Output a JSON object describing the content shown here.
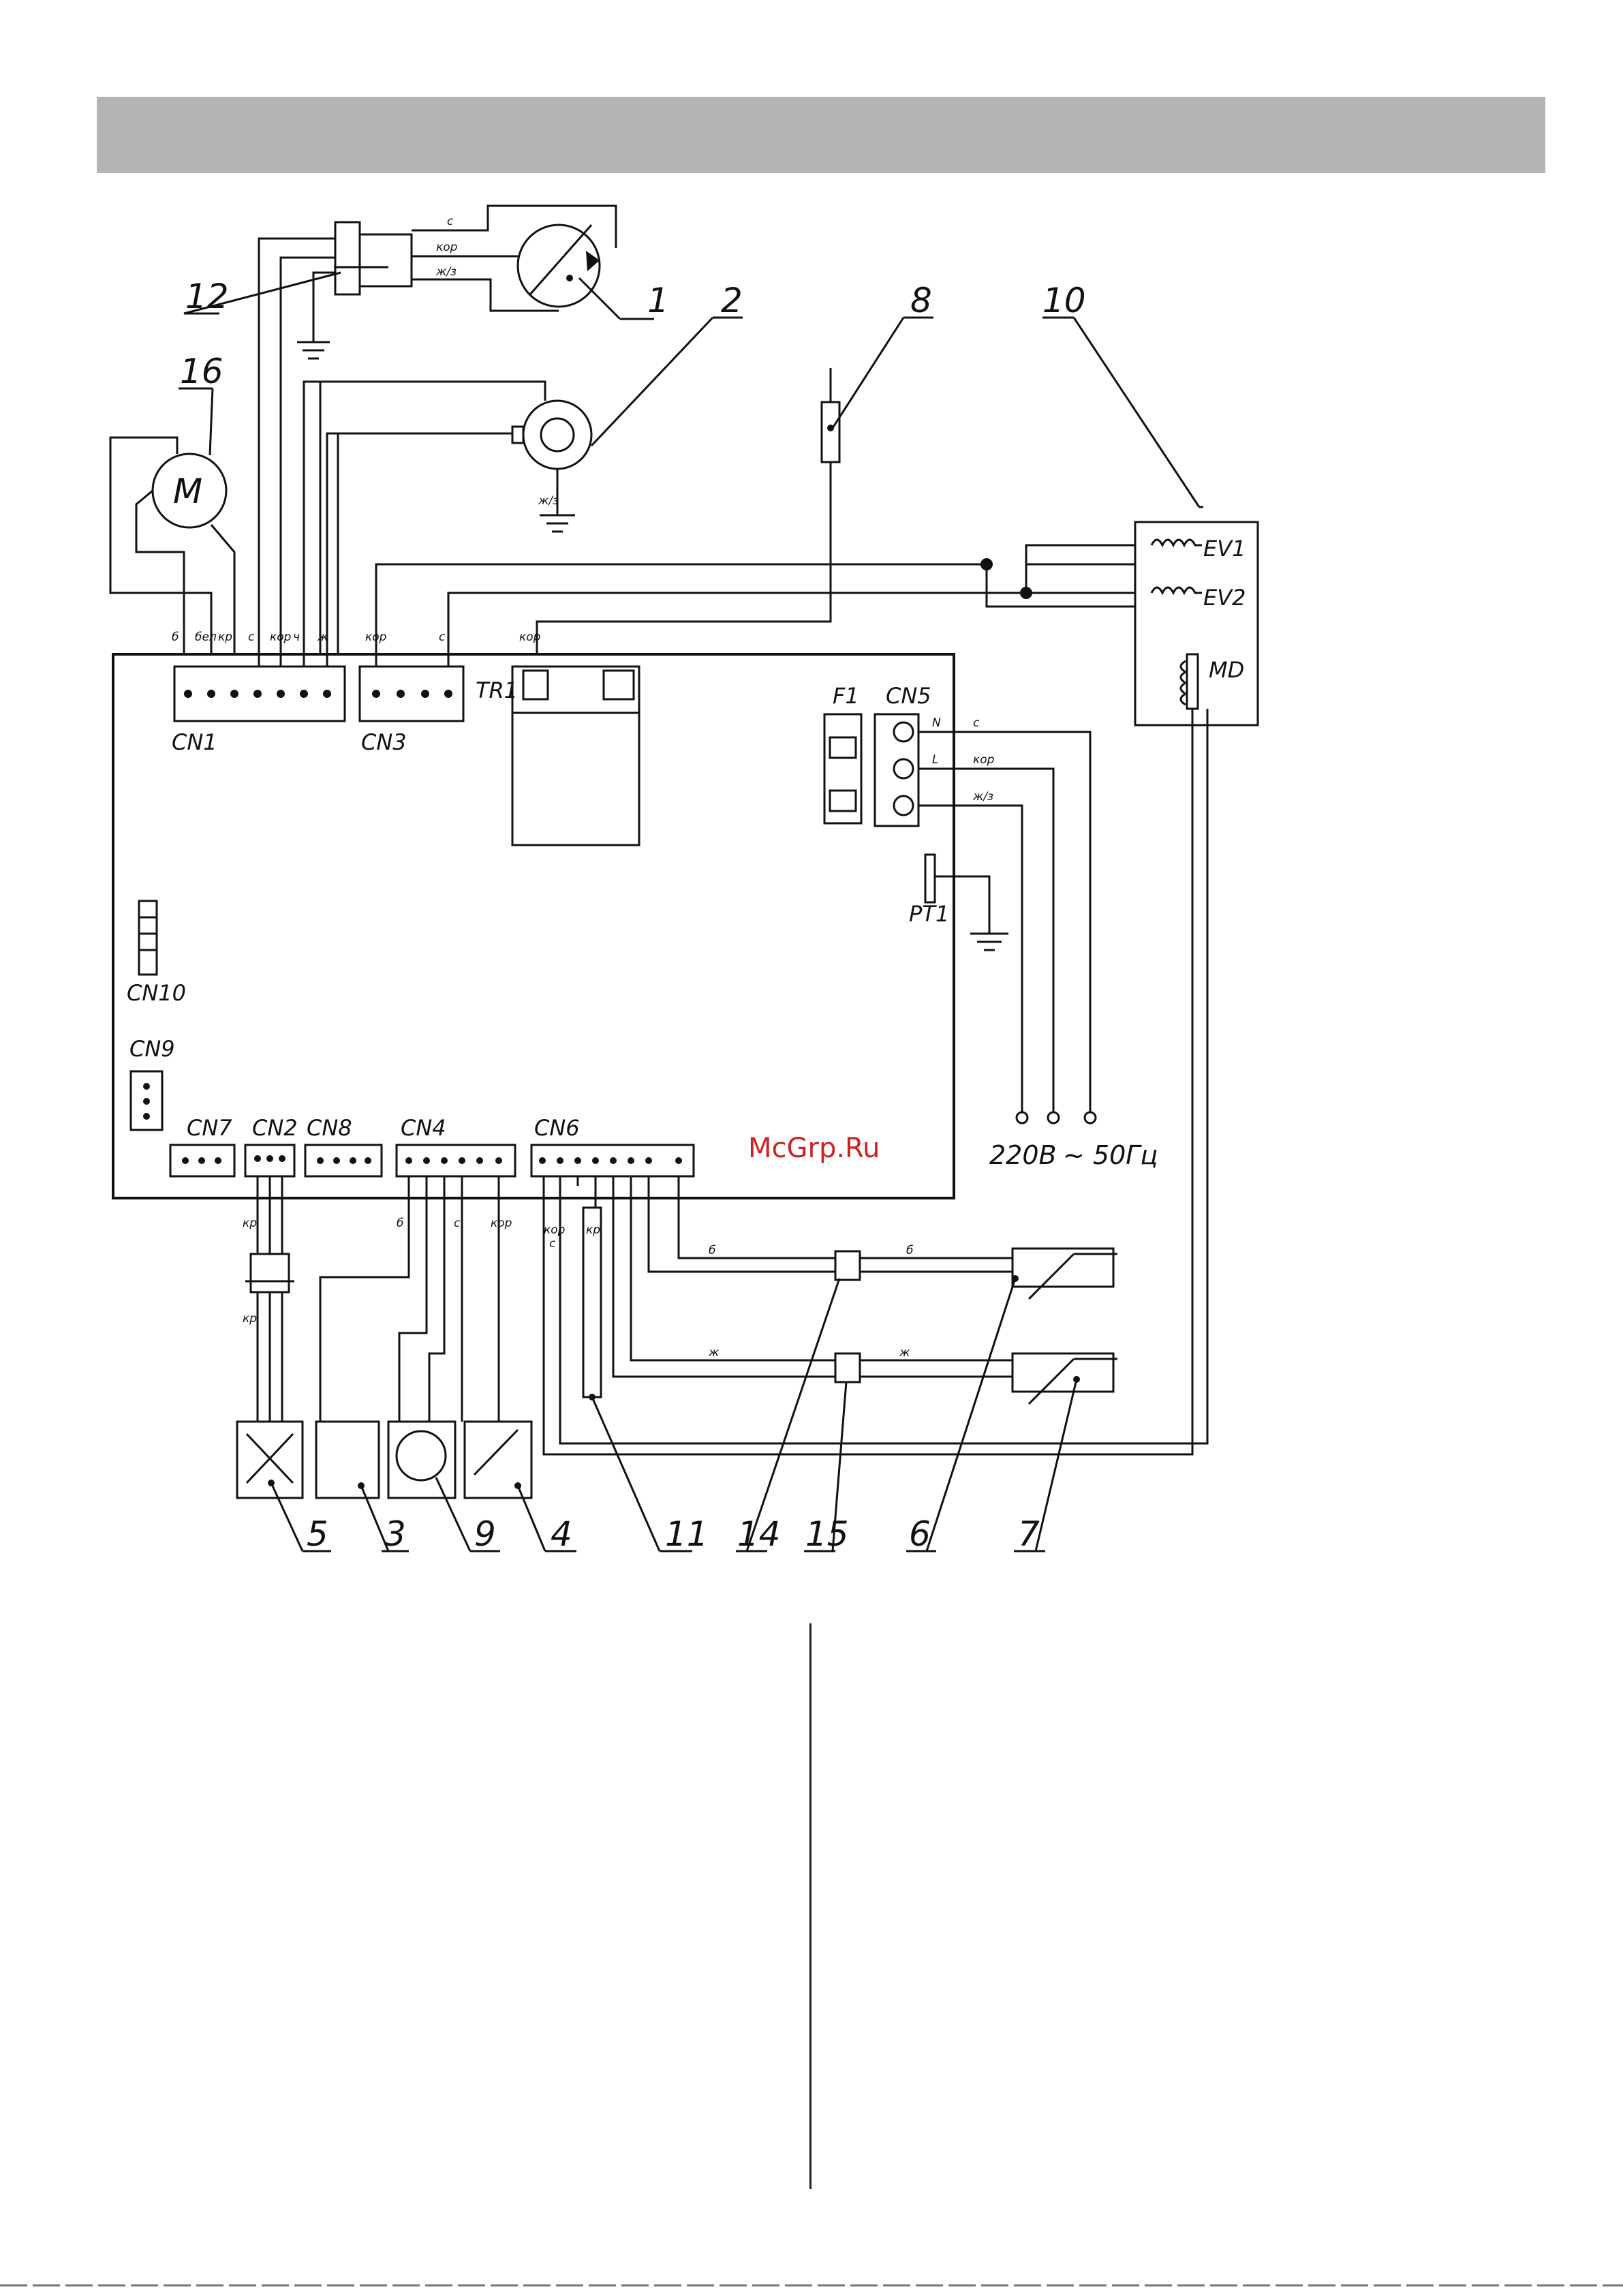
{
  "diagram": {
    "callouts": [
      "1",
      "2",
      "3",
      "4",
      "5",
      "6",
      "7",
      "8",
      "9",
      "10",
      "11",
      "12",
      "14",
      "15",
      "16"
    ],
    "connectors": {
      "cn1": "CN1",
      "cn2": "CN2",
      "cn3": "CN3",
      "cn4": "CN4",
      "cn5": "CN5",
      "cn6": "CN6",
      "cn7": "CN7",
      "cn8": "CN8",
      "cn9": "CN9",
      "cn10": "CN10"
    },
    "components": {
      "tr1": "TR1",
      "f1": "F1",
      "pt1": "PT1",
      "ev1": "EV1",
      "ev2": "EV2",
      "md": "MD",
      "motor": "M"
    },
    "power": {
      "voltage": "220В",
      "frequency": "~ 50Гц"
    },
    "wire_codes": {
      "brown": "с",
      "yellow_green": "ж/з",
      "orange": "кор",
      "red": "кр",
      "yellow": "ж",
      "black": "ч",
      "white": "бел",
      "grey": "б",
      "neutral": "N",
      "live": "L"
    },
    "watermark": "McGrp.Ru"
  },
  "colors": {
    "header_bar": "#b4b4b4",
    "line": "#111111",
    "watermark": "#cc2222"
  }
}
